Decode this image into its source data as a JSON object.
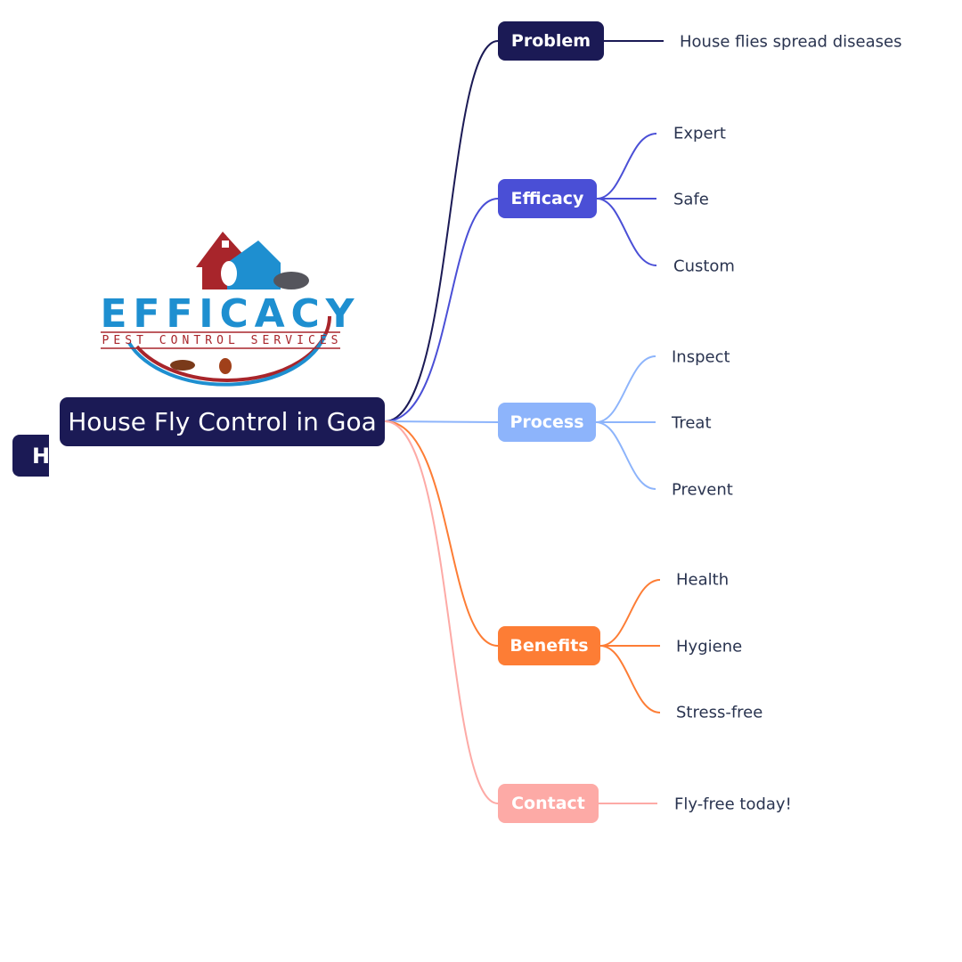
{
  "root": {
    "label": "House Fly Control in Goa",
    "partial_label": "H"
  },
  "logo": {
    "name": "EFFICACY",
    "tagline": "PEST CONTROL SERVICES"
  },
  "branches": [
    {
      "label": "Problem",
      "color": "#1b1a55",
      "children": [
        "House flies spread diseases"
      ]
    },
    {
      "label": "Efficacy",
      "color": "#4a4fd6",
      "children": [
        "Expert",
        "Safe",
        "Custom"
      ]
    },
    {
      "label": "Process",
      "color": "#8db4fb",
      "children": [
        "Inspect",
        "Treat",
        "Prevent"
      ]
    },
    {
      "label": "Benefits",
      "color": "#fd7d35",
      "children": [
        "Health",
        "Hygiene",
        "Stress-free"
      ]
    },
    {
      "label": "Contact",
      "color": "#fdaaa6",
      "children": [
        "Fly-free today!"
      ]
    }
  ]
}
